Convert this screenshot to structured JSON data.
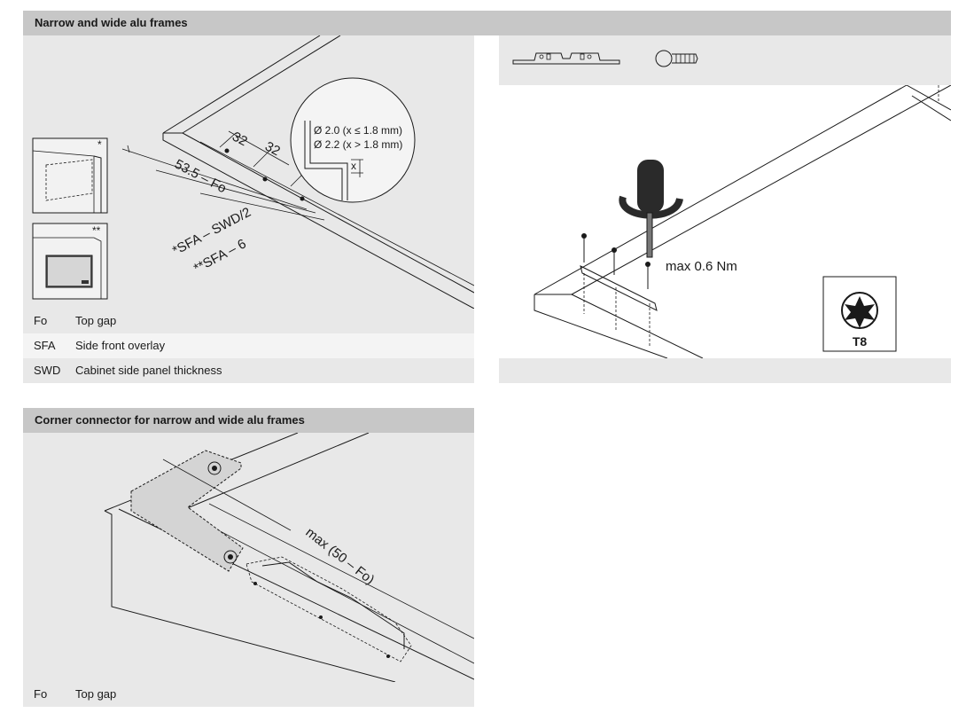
{
  "section1": {
    "title": "Narrow and wide alu frames",
    "inset_markers": [
      "*",
      "**"
    ],
    "dimensions": {
      "d1": "32",
      "d2": "32",
      "d3": "53.5 – Fo",
      "d4": "*SFA – SWD/2",
      "d5": "**SFA – 6"
    },
    "drill_note_1": "Ø 2.0 (x ≤ 1.8 mm)",
    "drill_note_2": "Ø 2.2 (x > 1.8 mm)",
    "x_label": "x",
    "legend": [
      {
        "abbr": "Fo",
        "desc": "Top gap"
      },
      {
        "abbr": "SFA",
        "desc": "Side front overlay"
      },
      {
        "abbr": "SWD",
        "desc": "Cabinet side panel thickness"
      }
    ]
  },
  "section2": {
    "torque": "max 0.6 Nm",
    "bit_label": "T8"
  },
  "section3": {
    "title": "Corner connector for narrow and wide alu frames",
    "dimension": "max (50 – Fo)",
    "legend": [
      {
        "abbr": "Fo",
        "desc": "Top gap"
      }
    ]
  },
  "colors": {
    "header": "#c7c7c7",
    "panel": "#e8e8e8",
    "rule": "#1a1a1a"
  }
}
